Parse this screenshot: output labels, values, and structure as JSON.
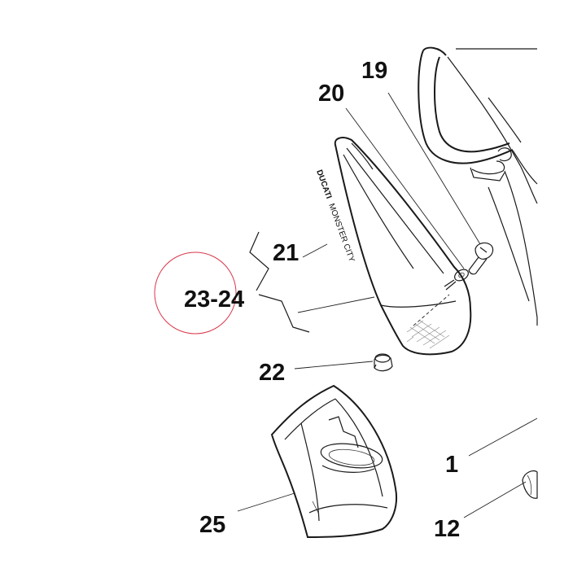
{
  "diagram": {
    "labels": {
      "p19": "19",
      "p20": "20",
      "p21": "21",
      "p22": "22",
      "p23_24": "23-24",
      "p25": "25",
      "p1": "1",
      "p12": "12"
    },
    "decal": {
      "brand": "DUCATI",
      "model": "MONSTER CITY"
    },
    "highlight_color": "#d9364a"
  }
}
